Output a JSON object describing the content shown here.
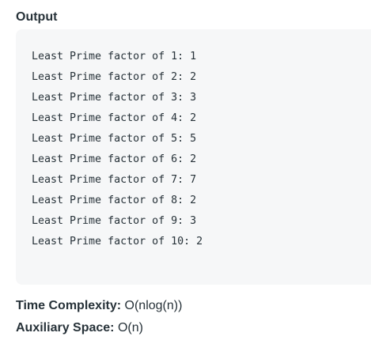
{
  "heading": "Output",
  "output_lines": [
    "Least Prime factor of 1: 1",
    "Least Prime factor of 2: 2",
    "Least Prime factor of 3: 3",
    "Least Prime factor of 4: 2",
    "Least Prime factor of 5: 5",
    "Least Prime factor of 6: 2",
    "Least Prime factor of 7: 7",
    "Least Prime factor of 8: 2",
    "Least Prime factor of 9: 3",
    "Least Prime factor of 10: 2"
  ],
  "complexity": {
    "time_label": "Time Complexity:",
    "time_value": "O(nlog(n))",
    "space_label": "Auxiliary Space:",
    "space_value": "O(n)"
  },
  "colors": {
    "text": "#273239",
    "code_background": "#f6f7f8"
  }
}
